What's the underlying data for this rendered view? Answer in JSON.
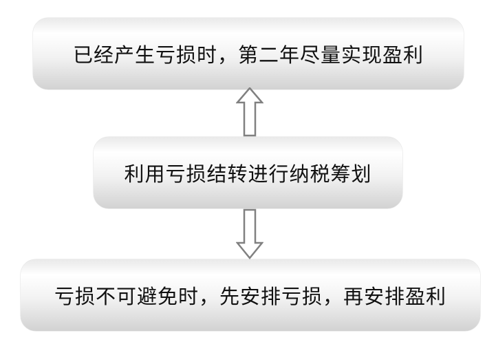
{
  "diagram": {
    "top_box": "已经产生亏损时，第二年尽量实现盈利",
    "middle_box": "利用亏损结转进行纳税筹划",
    "bottom_box": "亏损不可避免时，先安排亏损，再安排盈利"
  },
  "colors": {
    "box_gradient_top": "#e9e9e9",
    "box_gradient_bottom": "#d2d2d2",
    "arrow_stroke": "#808080",
    "text": "#111111"
  },
  "icons": {
    "up_arrow": "hollow-up-arrow-icon",
    "down_arrow": "hollow-down-arrow-icon"
  }
}
